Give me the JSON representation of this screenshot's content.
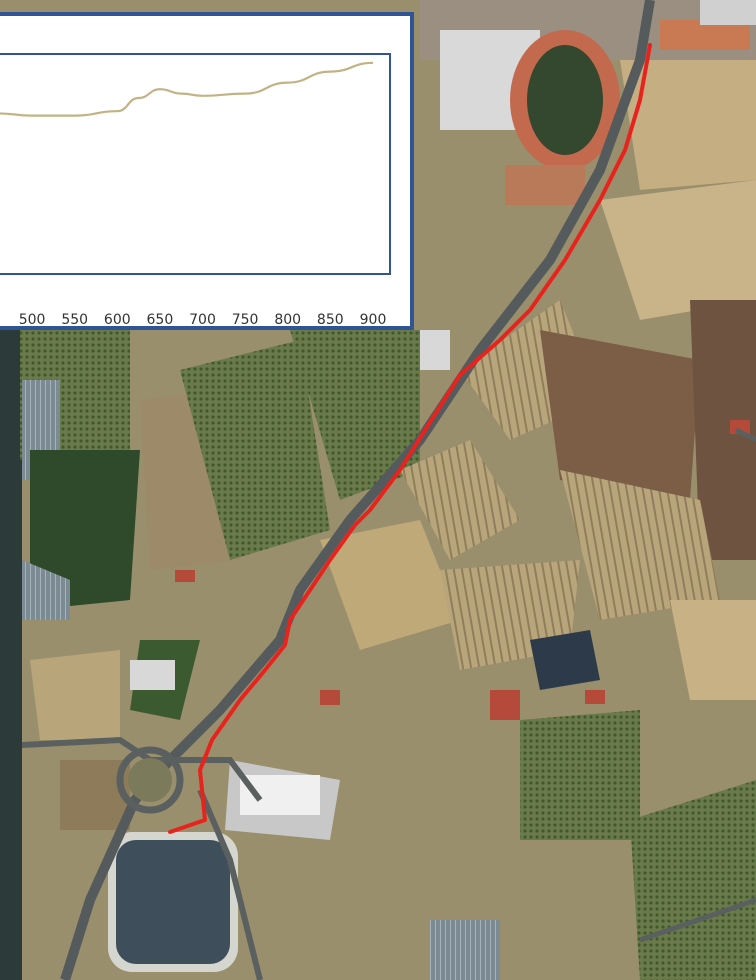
{
  "chart_data": {
    "type": "line",
    "title": "",
    "xlabel": "",
    "ylabel": "",
    "x_ticks": [
      "500",
      "550",
      "600",
      "650",
      "700",
      "750",
      "800",
      "850",
      "900"
    ],
    "xlim": [
      460,
      920
    ],
    "ylim": [
      0,
      100
    ],
    "grid": false,
    "series": [
      {
        "x": [
          460,
          500,
          550,
          600,
          625,
          650,
          675,
          700,
          750,
          800,
          850,
          900
        ],
        "values": [
          73,
          72,
          72,
          74,
          80,
          84,
          82,
          81,
          82,
          87,
          92,
          96
        ]
      }
    ],
    "line_color": "#c2b284",
    "frame_color": "#2f5597"
  },
  "map": {
    "route_color": "#e8231d"
  }
}
